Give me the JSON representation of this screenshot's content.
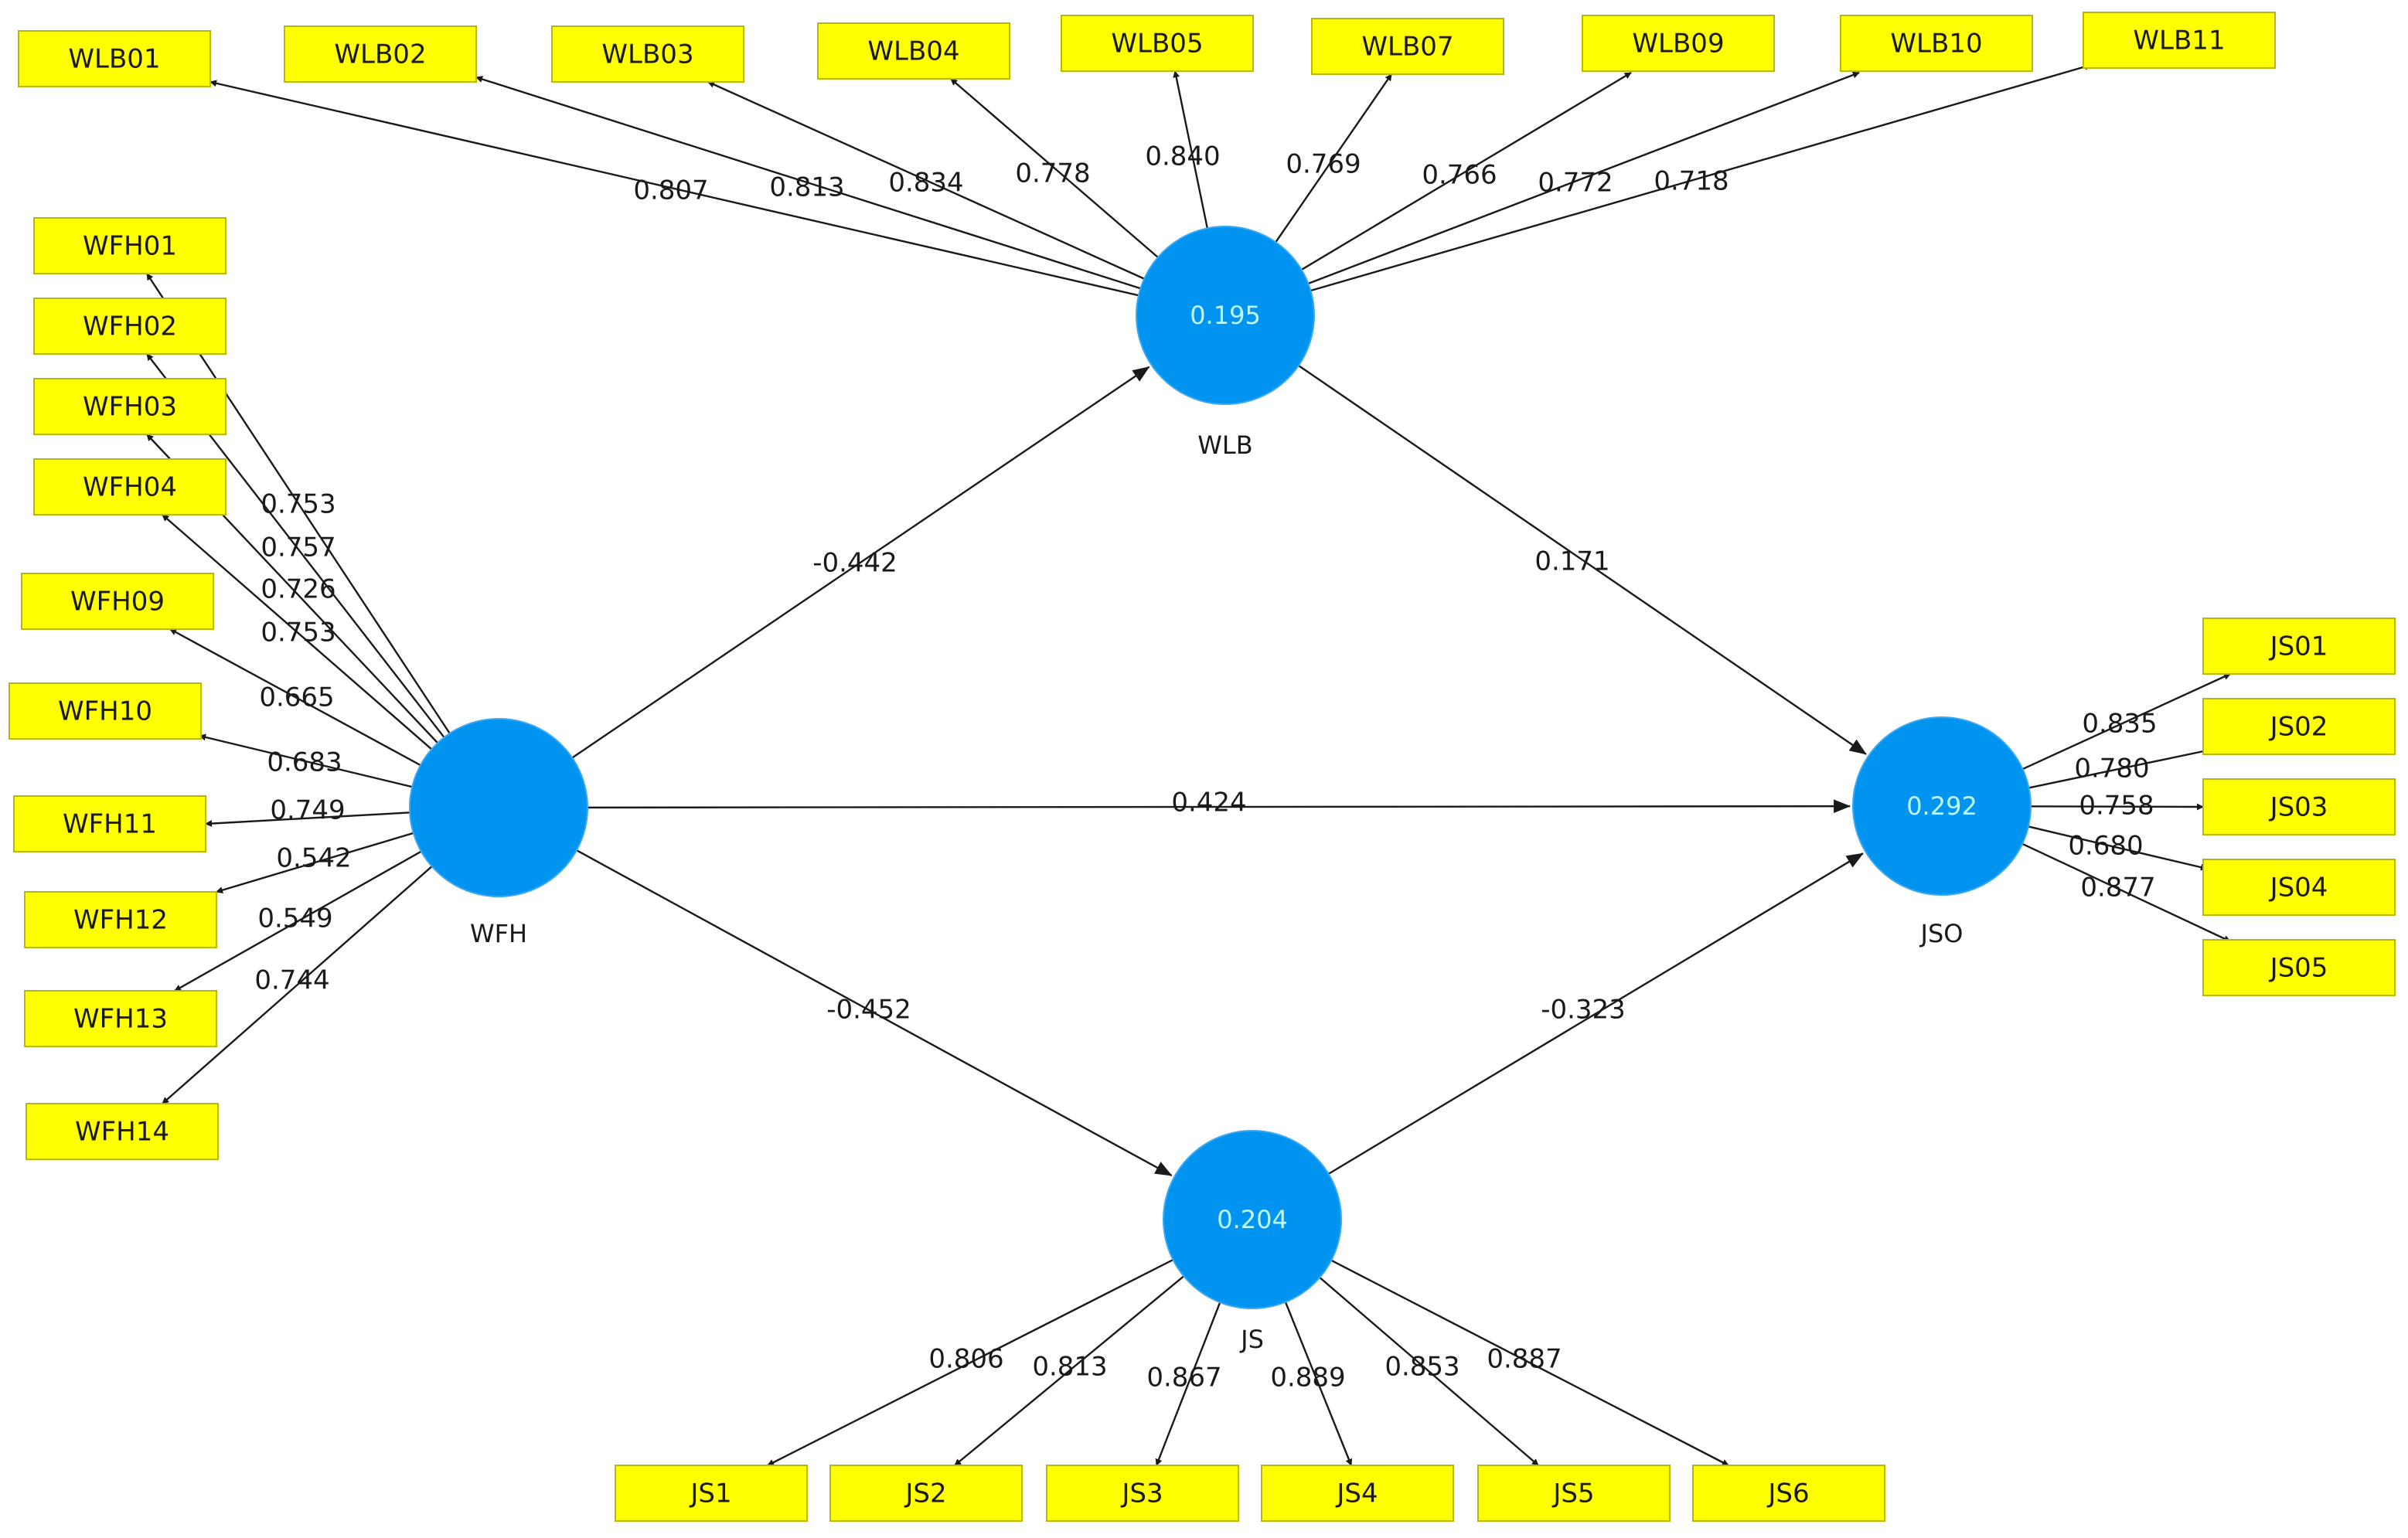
{
  "colors": {
    "indicator_fill": "#ffff00",
    "latent_fill": "#0094f0",
    "r2_text": "#bff8ff",
    "edge": "#1a1a1a"
  },
  "latent_variables": [
    {
      "id": "WFH",
      "name": "WFH",
      "r2": ""
    },
    {
      "id": "WLB",
      "name": "WLB",
      "r2": "0.195"
    },
    {
      "id": "JS",
      "name": "JS",
      "r2": "0.204"
    },
    {
      "id": "JSO",
      "name": "JSO",
      "r2": "0.292"
    }
  ],
  "structural_paths": [
    {
      "from": "WFH",
      "to": "WLB",
      "coef": "-0.442"
    },
    {
      "from": "WLB",
      "to": "JSO",
      "coef": "0.171"
    },
    {
      "from": "WFH",
      "to": "JSO",
      "coef": "0.424"
    },
    {
      "from": "WFH",
      "to": "JS",
      "coef": "-0.452"
    },
    {
      "from": "JS",
      "to": "JSO",
      "coef": "-0.323"
    }
  ],
  "indicators": {
    "WLB": [
      {
        "name": "WLB01",
        "loading": "0.807"
      },
      {
        "name": "WLB02",
        "loading": "0.813"
      },
      {
        "name": "WLB03",
        "loading": "0.834"
      },
      {
        "name": "WLB04",
        "loading": "0.778"
      },
      {
        "name": "WLB05",
        "loading": "0.840"
      },
      {
        "name": "WLB07",
        "loading": "0.769"
      },
      {
        "name": "WLB09",
        "loading": "0.766"
      },
      {
        "name": "WLB10",
        "loading": "0.772"
      },
      {
        "name": "WLB11",
        "loading": "0.718"
      }
    ],
    "WFH": [
      {
        "name": "WFH01",
        "loading": "0.753"
      },
      {
        "name": "WFH02",
        "loading": "0.757"
      },
      {
        "name": "WFH03",
        "loading": "0.726"
      },
      {
        "name": "WFH04",
        "loading": "0.753"
      },
      {
        "name": "WFH09",
        "loading": "0.665"
      },
      {
        "name": "WFH10",
        "loading": "0.683"
      },
      {
        "name": "WFH11",
        "loading": "0.749"
      },
      {
        "name": "WFH12",
        "loading": "0.542"
      },
      {
        "name": "WFH13",
        "loading": "0.549"
      },
      {
        "name": "WFH14",
        "loading": "0.744"
      }
    ],
    "JSO": [
      {
        "name": "JS01",
        "loading": "0.835"
      },
      {
        "name": "JS02",
        "loading": "0.780"
      },
      {
        "name": "JS03",
        "loading": "0.758"
      },
      {
        "name": "JS04",
        "loading": "0.680"
      },
      {
        "name": "JS05",
        "loading": "0.877"
      }
    ],
    "JS": [
      {
        "name": "JS1",
        "loading": "0.806"
      },
      {
        "name": "JS2",
        "loading": "0.813"
      },
      {
        "name": "JS3",
        "loading": "0.867"
      },
      {
        "name": "JS4",
        "loading": "0.889"
      },
      {
        "name": "JS5",
        "loading": "0.853"
      },
      {
        "name": "JS6",
        "loading": "0.887"
      }
    ]
  }
}
